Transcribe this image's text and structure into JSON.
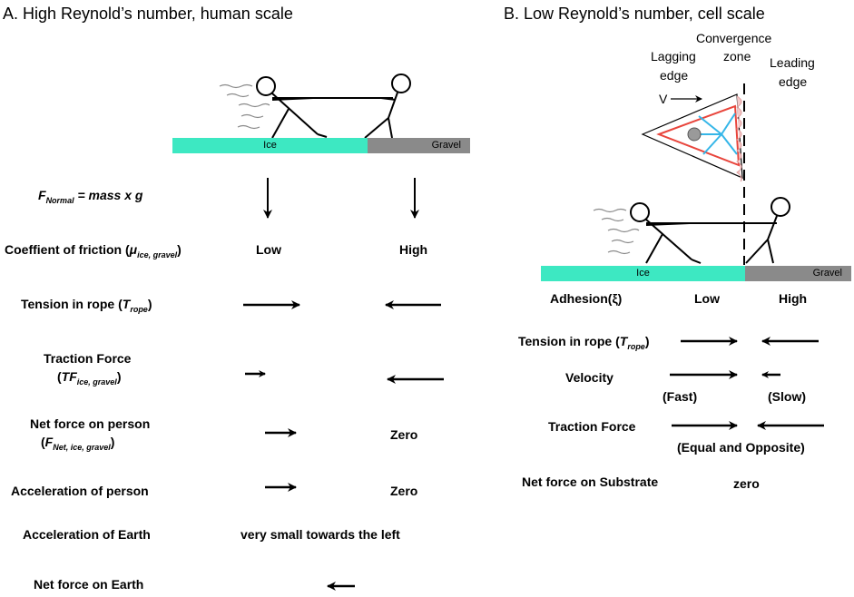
{
  "panel_a": {
    "title": "A.  High Reynold’s number, human scale",
    "surface": {
      "ice": "Ice",
      "gravel": "Gravel"
    },
    "fnormal": {
      "f": "F",
      "sub": "Normal",
      "rest": " = mass x g"
    },
    "friction": {
      "label": "Coeffient of friction (",
      "mu": "μ",
      "sub": "ice, gravel",
      "close": ")",
      "ice": "Low",
      "gravel": "High"
    },
    "tension": {
      "label": "Tension in rope (",
      "t": "T",
      "sub": "rope",
      "close": ")"
    },
    "traction": {
      "line1": "Traction Force",
      "open": "(",
      "tf": "TF",
      "sub": "ice, gravel",
      "close": ")"
    },
    "net_person": {
      "line1": "Net force on person",
      "open": "(",
      "f": "F",
      "sub": "Net, ice, gravel",
      "close": ")",
      "gravel": "Zero"
    },
    "accel_person": {
      "label": "Acceleration of person",
      "gravel": "Zero"
    },
    "accel_earth": {
      "label": "Acceleration of Earth",
      "value": "very small towards the left"
    },
    "net_earth": {
      "label": "Net force on Earth"
    }
  },
  "panel_b": {
    "title": "B.  Low Reynold’s number, cell scale",
    "cell": {
      "lagging1": "Lagging",
      "lagging2": "edge",
      "conv1": "Convergence",
      "conv2": "zone",
      "leading1": "Leading",
      "leading2": "edge",
      "v": "V"
    },
    "surface": {
      "ice": "Ice",
      "gravel": "Gravel"
    },
    "adhesion": {
      "label": "Adhesion(ξ)",
      "ice": "Low",
      "gravel": "High"
    },
    "tension": {
      "label": "Tension in rope (",
      "t": "T",
      "sub": "rope",
      "close": ")"
    },
    "velocity": {
      "label": "Velocity",
      "ice": "(Fast)",
      "gravel": "(Slow)"
    },
    "traction": {
      "label": "Traction Force",
      "note": "(Equal and Opposite)"
    },
    "net_substrate": {
      "label": "Net force on Substrate",
      "value": "zero"
    }
  },
  "colors": {
    "ice": "#3de8c2",
    "gravel": "#8a8a8a",
    "cell_outline": "#e8453c",
    "cell_inner": "#35b6e8"
  }
}
